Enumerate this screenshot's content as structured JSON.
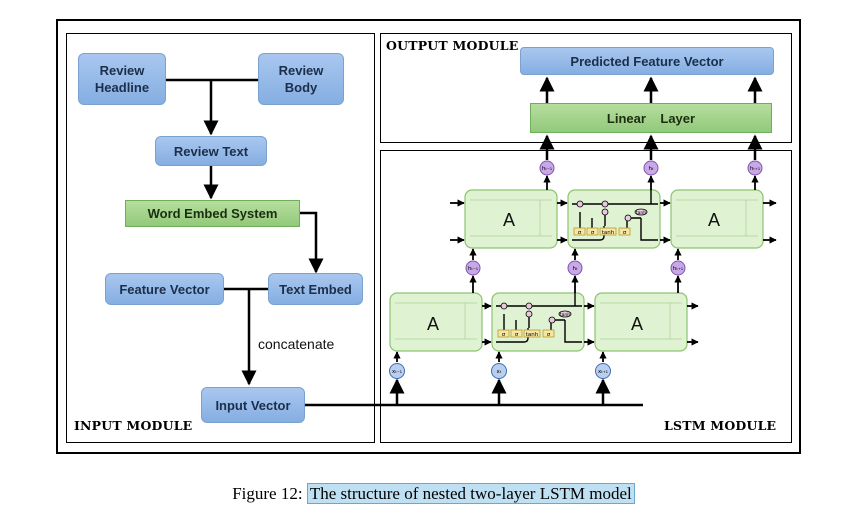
{
  "input_module": {
    "label": "INPUT MODULE",
    "review_headline": "Review\nHeadline",
    "review_body": "Review\nBody",
    "review_text": "Review Text",
    "word_embed": "Word Embed System",
    "feature_vector": "Feature Vector",
    "text_embed": "Text Embed",
    "concatenate": "concatenate",
    "input_vector": "Input Vector"
  },
  "output_module": {
    "label": "OUTPUT MODULE",
    "predicted": "Predicted Feature Vector",
    "linear_layer": "Linear    Layer"
  },
  "lstm_module": {
    "label": "LSTM MODULE",
    "cell_label": "A",
    "top_h": [
      "hₜ₋₁",
      "hₜ",
      "hₜ₊₁"
    ],
    "mid_h": [
      "hₜ₋₁",
      "hₜ",
      "hₜ₊₁"
    ],
    "x_inputs": [
      "xₜ₋₁",
      "xₜ",
      "xₜ₊₁"
    ],
    "gates": [
      "σ",
      "σ",
      "tanh",
      "σ"
    ],
    "tanh_label": "tanh"
  },
  "caption": {
    "prefix": "Figure 12: ",
    "text": "The structure of nested two-layer LSTM model"
  },
  "colors": {
    "blue_box": "#a9c7ef",
    "green_box": "#b6de9e",
    "cell_fill": "#dff2d2",
    "h_circle": "#c9a8e8",
    "x_circle": "#b9cff0"
  }
}
